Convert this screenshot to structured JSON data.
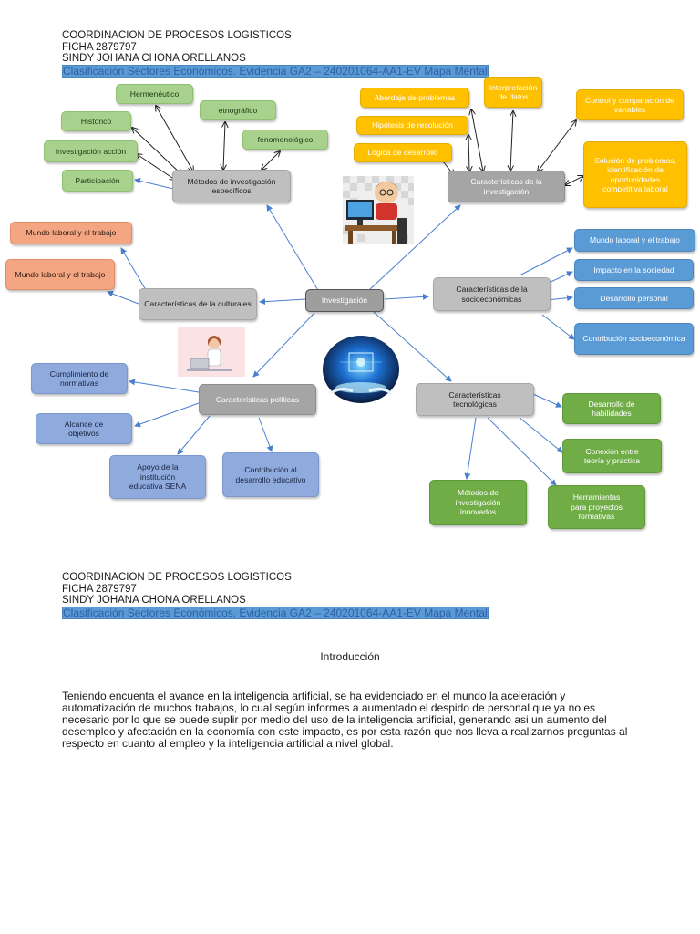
{
  "header": {
    "line1": "COORDINACION DE PROCESOS LOGISTICOS",
    "line2": "FICHA 2879797",
    "line3": "SINDY JOHANA CHONA ORELLANOS",
    "line4": "Clasificación Sectores Económicos. Evidencia GA2 – 240201064-AA1-EV Mapa Mental"
  },
  "mindmap": {
    "center": "Investigación",
    "metodos": {
      "label": "Métodos de investigación específicos",
      "items": [
        "Hermenéutico",
        "Histórico",
        "Investigación acción",
        "Participación",
        "etnográfico",
        "fenomenológico"
      ]
    },
    "caracteristicas_investigacion": {
      "label": "Características de la investigación",
      "items": [
        "Abordaje de problemas",
        "Interpretación de datos",
        "Hipótesis de resolución",
        "Lógica de desarrolló",
        "Control y comparación de variables",
        "Solución de problemas, identificación de oportunidades competitiva laboral"
      ]
    },
    "culturales": {
      "label": "Características de la culturales",
      "items": [
        "Mundo laboral y el trabajo",
        "Mundo laboral y el trabajo"
      ]
    },
    "socioeconomicas": {
      "label": "Características de la socioeconómicas",
      "items": [
        "Mundo laboral y el trabajo",
        "Impacto en la sociedad",
        "Desarrollo personal",
        "Contribución socioeconómica"
      ]
    },
    "politicas": {
      "label": "Características políticas",
      "items": [
        "Cumplimiento de normativas",
        "Alcance de objetivos",
        "Apoyo de la institución educativa SENA",
        "Contribución al desarrollo educativo"
      ]
    },
    "tecnologicas": {
      "label": "Características tecnológicas",
      "items": [
        "Desarrollo de habilidades",
        "Conexión entre teoría y practica",
        "Herramientas para proyectos formativas",
        "Métodos de investigación innovados"
      ]
    }
  },
  "page2": {
    "header": {
      "line1": "COORDINACION DE PROCESOS LOGISTICOS",
      "line2": "FICHA 2879797",
      "line3": "SINDY JOHANA CHONA ORELLANOS",
      "line4": "Clasificación Sectores Económicos. Evidencia GA2 – 240201064-AA1-EV Mapa Mental"
    },
    "section_title": "Introducción",
    "paragraph": "Teniendo encuenta el avance en la inteligencia artificial, se ha evidenciado en el mundo la aceleración y automatización de muchos trabajos, lo cual según informes a aumentado el despido de personal que ya no es necesario por lo que se puede suplir por medio del uso de la inteligencia artificial, generando asi un aumento del desempleo y afectación en la economía con este impacto, es por esta razón que nos lleva a realizarnos preguntas al respecto en cuanto al empleo y la inteligencia artificial a nivel global."
  },
  "colors": {
    "header_blue": "#2f5fa8",
    "green_light": "#a9d18e",
    "orange": "#ffc000",
    "blue": "#5b9bd5",
    "blue_light": "#8faadc",
    "green": "#70ad47",
    "salmon": "#f4a582",
    "connector": "#4a7fd0"
  }
}
